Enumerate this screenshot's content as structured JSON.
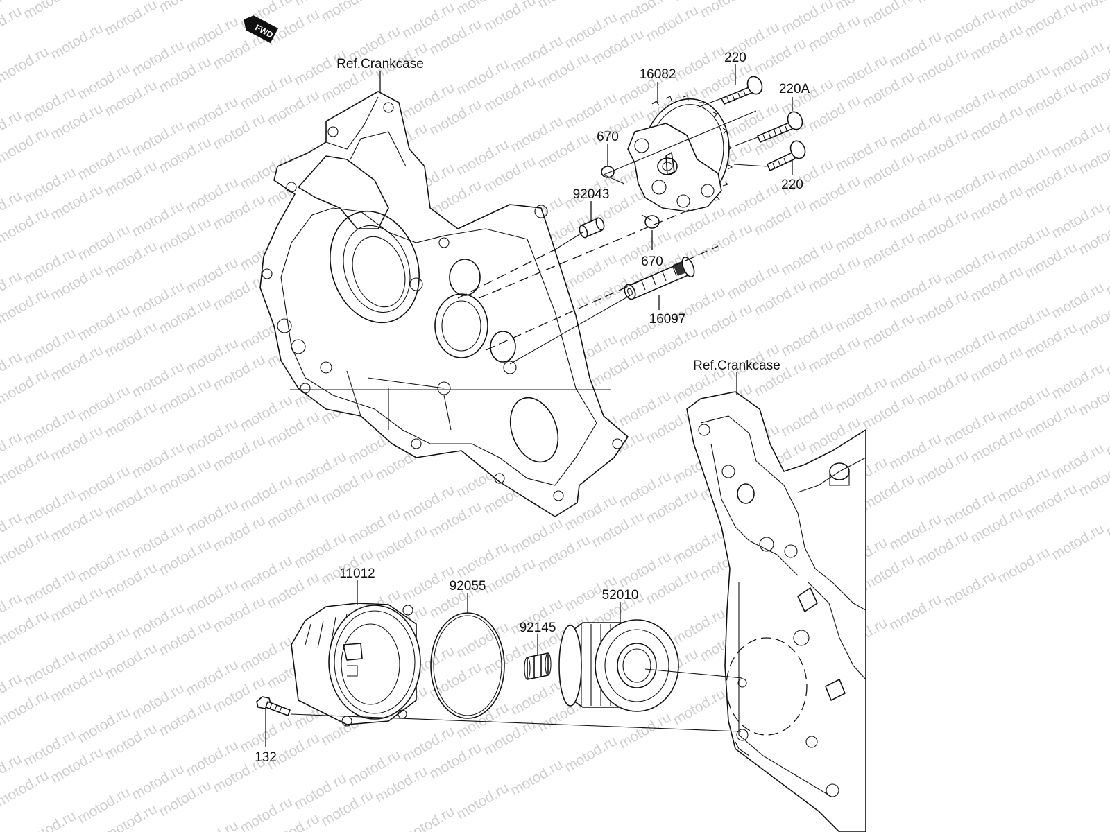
{
  "fwd_label": "FWD",
  "watermark_text": "motod.ru",
  "labels": {
    "ref_crankcase_upper": "Ref.Crankcase",
    "ref_crankcase_lower": "Ref.Crankcase",
    "p16082": "16082",
    "p220_top": "220",
    "p220A": "220A",
    "p220_bottom": "220",
    "p670_top": "670",
    "p670_bottom": "670",
    "p92043": "92043",
    "p16097": "16097",
    "p11012": "11012",
    "p92055": "92055",
    "p92145": "92145",
    "p52010": "52010",
    "p132": "132"
  }
}
